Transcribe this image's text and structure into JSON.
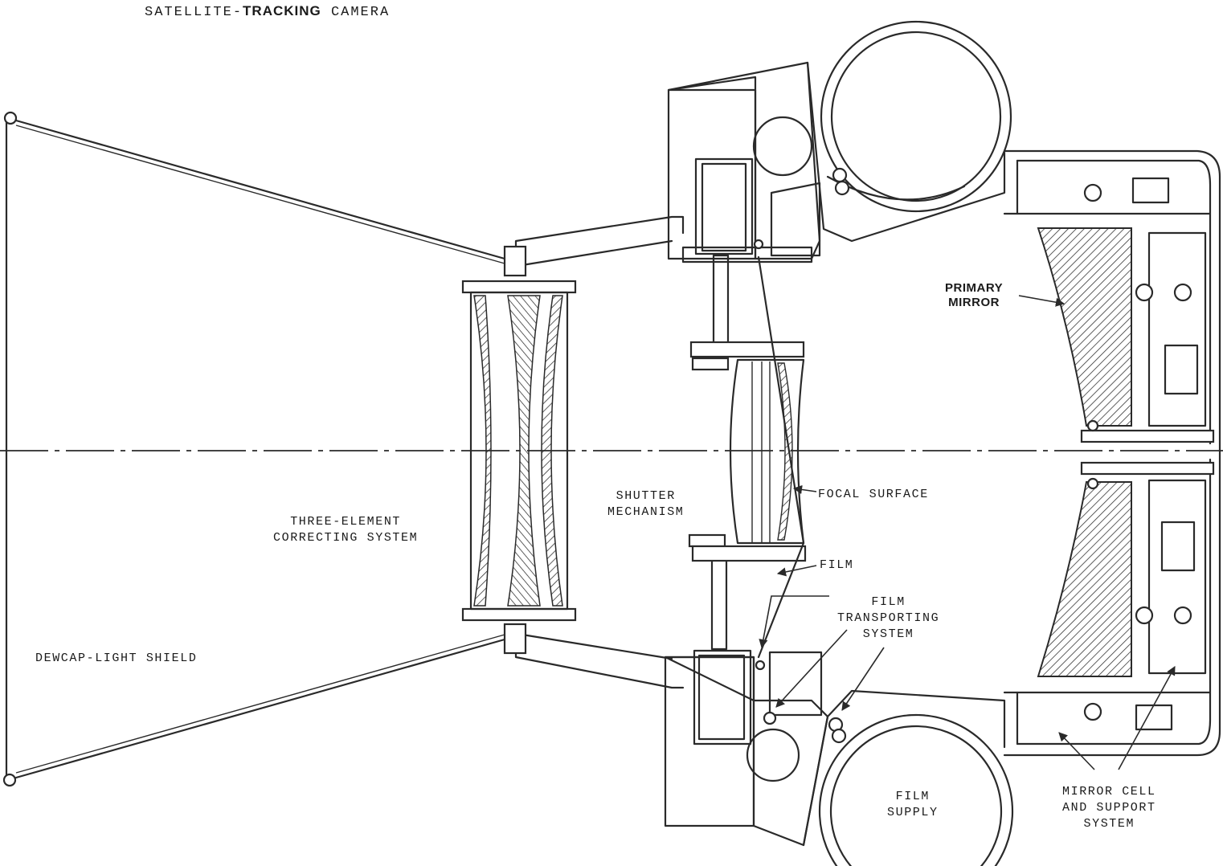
{
  "title_line": {
    "regular_a": "SATELLITE-",
    "bold": "TRACKING",
    "regular_b": " CAMERA"
  },
  "labels": {
    "primary_mirror": "PRIMARY\nMIRROR",
    "three_element": "THREE-ELEMENT\nCORRECTING SYSTEM",
    "shutter": "SHUTTER\nMECHANISM",
    "focal_surface": "FOCAL SURFACE",
    "film": "FILM",
    "film_transport": "FILM\nTRANSPORTING\nSYSTEM",
    "light_shield": "DEWCAP-LIGHT SHIELD",
    "film_supply": "FILM\nSUPPLY",
    "mirror_cell": "MIRROR CELL\nAND SUPPORT\nSYSTEM"
  },
  "colors": {
    "ink": "#2a2a2a",
    "paper": "#ffffff"
  }
}
